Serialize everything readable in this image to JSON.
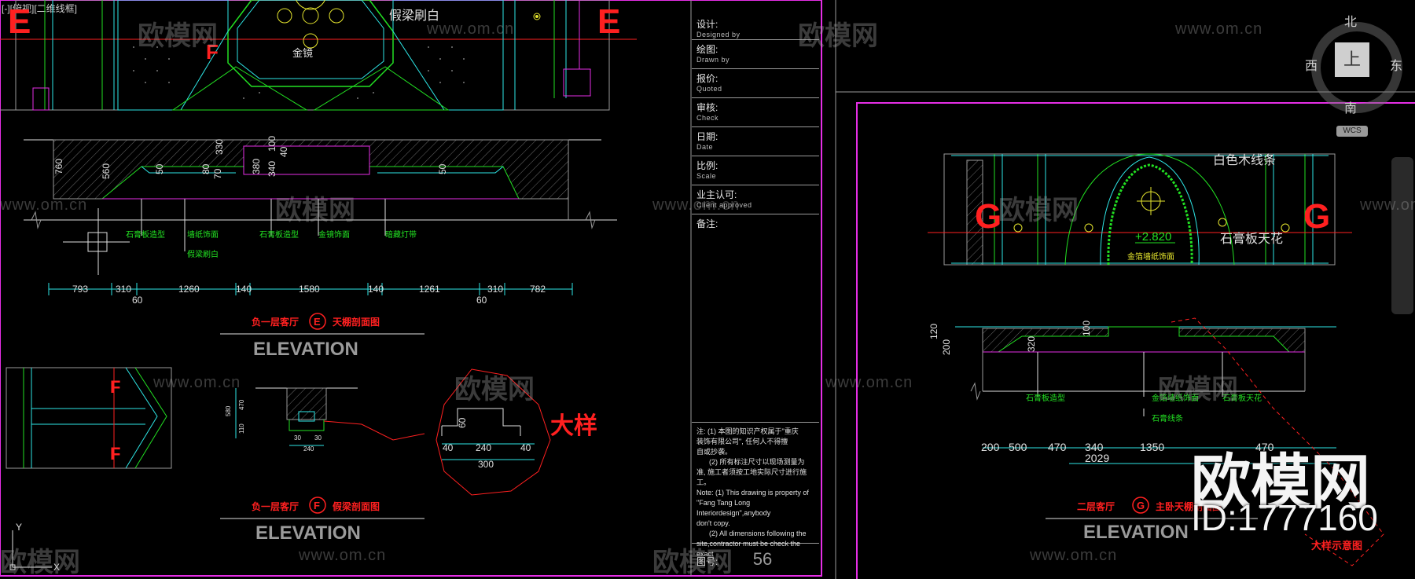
{
  "viewport_label": "[-][俯视][二维线框]",
  "title_block": {
    "rows": [
      {
        "label": "设计:",
        "sub": "Designed by"
      },
      {
        "label": "绘图:",
        "sub": "Drawn by"
      },
      {
        "label": "报价:",
        "sub": "Quoted"
      },
      {
        "label": "审核:",
        "sub": "Check"
      },
      {
        "label": "日期:",
        "sub": "Date"
      },
      {
        "label": "比例:",
        "sub": "Scale"
      },
      {
        "label": "业主认可:",
        "sub": "Client approved"
      },
      {
        "label": "备注:",
        "sub": ""
      }
    ],
    "notes": [
      "注: (1) 本图的知识产权属于\"重庆",
      "装饰有限公司\", 任何人不得擅",
      "自或抄袭。",
      "(2) 所有标注尺寸以现场测量为",
      "准, 施工者须按工地实际尺寸进行施工。",
      "Note: (1) This drawing is property of",
      "\"Fang Tang Long Interiordesign\",anybody",
      "don't copy.",
      "(2) All dimensions following the",
      "site,contractor must be check the exact"
    ],
    "drawing_no_label": "图号:",
    "drawing_no": "56"
  },
  "top_plan": {
    "labels": {
      "jinjing": "金镜",
      "jialiang": "假梁刷白"
    },
    "section_marks": [
      "E",
      "E",
      "F"
    ]
  },
  "section_e": {
    "vertical_dims": [
      "760",
      "560",
      "50",
      "80",
      "70",
      "330",
      "380",
      "340",
      "100",
      "40",
      "50"
    ],
    "callouts": [
      "石膏板造型",
      "墙纸饰面",
      "假梁刷白",
      "石膏板造型",
      "金镜饰面",
      "暗藏灯带"
    ],
    "dims": [
      "793",
      "310",
      "1260",
      "140",
      "1580",
      "140",
      "1261",
      "310",
      "782"
    ],
    "sub_dims": [
      "60",
      "60"
    ],
    "caption": "负一层客厅",
    "caption_mark": "E",
    "caption_right": "天棚剖面图",
    "elevation": "ELEVATION"
  },
  "section_f": {
    "dims_vertical": [
      "580",
      "470",
      "110"
    ],
    "dims_bottom": [
      "30",
      "30",
      "240"
    ],
    "section_marks": [
      "F",
      "F"
    ],
    "caption": "负一层客厅",
    "caption_mark": "F",
    "caption_right": "假梁剖面图",
    "elevation": "ELEVATION"
  },
  "detail": {
    "dims": [
      "60",
      "40",
      "240",
      "40",
      "300"
    ],
    "label": "大样"
  },
  "right_plan": {
    "labels": {
      "baise": "白色木线条",
      "shigao": "石膏板天花",
      "jinbo": "金箔墙纸饰面",
      "elev": "+2.820"
    },
    "section_marks": [
      "G",
      "G"
    ]
  },
  "section_g": {
    "vertical_dims": [
      "120",
      "200",
      "320",
      "100"
    ],
    "callouts": [
      "石膏板造型",
      "金箔墙纸饰面",
      "石膏板天花",
      "石膏线条"
    ],
    "dims": [
      "200",
      "500",
      "470",
      "340",
      "1350",
      "470"
    ],
    "dims_total": "2029",
    "caption": "二层客厅",
    "caption_mark": "G",
    "caption_right": "主卧天棚剖面图",
    "elevation": "ELEVATION",
    "detail_label": "大样示意图"
  },
  "viewcube": {
    "north": "北",
    "south": "南",
    "east": "东",
    "west": "西",
    "top": "上",
    "wcs": "WCS"
  },
  "watermarks": {
    "brand": "欧模网",
    "url": "www.om.cn",
    "big_brand": "欧模网",
    "id": "ID:1777160"
  },
  "ucs": {
    "y": "Y",
    "x": "X"
  },
  "colors": {
    "magenta": "#e62ee6",
    "red": "#ff2020",
    "green": "#22e022",
    "cyan": "#2ee6e6",
    "yellow": "#e6e62e",
    "grey": "#9a9a9a"
  }
}
